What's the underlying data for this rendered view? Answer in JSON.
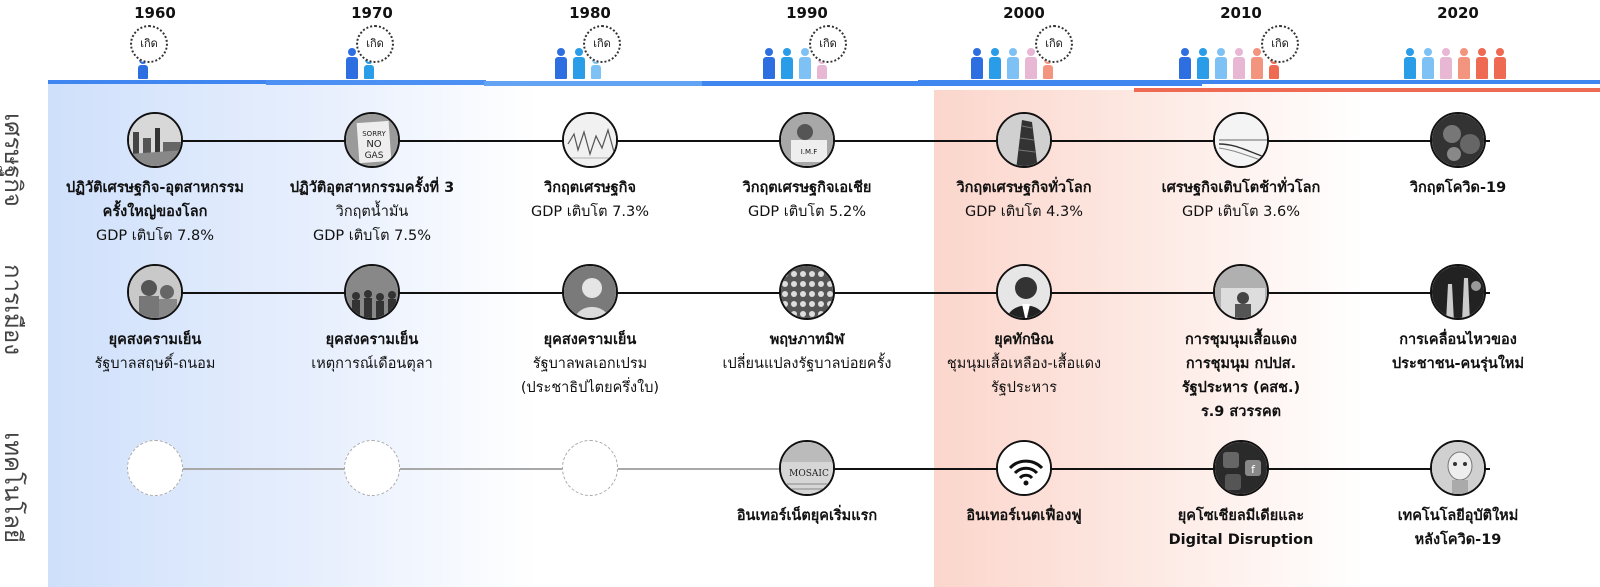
{
  "decades": [
    {
      "year": "1960",
      "born": "เกิด"
    },
    {
      "year": "1970",
      "born": "เกิด"
    },
    {
      "year": "1980",
      "born": "เกิด"
    },
    {
      "year": "1990",
      "born": "เกิด"
    },
    {
      "year": "2000",
      "born": "เกิด"
    },
    {
      "year": "2010",
      "born": "เกิด"
    },
    {
      "year": "2020",
      "born": ""
    }
  ],
  "rows": [
    {
      "label": "เศรษฐกิจ",
      "items": [
        {
          "title": "ปฏิวัติเศรษฐกิจ-อุตสาหกรรม",
          "title2": "ครั้งใหญ่ของโลก",
          "sub": [
            "GDP เติบโต 7.8%"
          ]
        },
        {
          "title": "ปฏิวัติอุตสาหกรรมครั้งที่ 3",
          "title2": "",
          "sub": [
            "วิกฤตน้ำมัน",
            "GDP เติบโต 7.5%"
          ]
        },
        {
          "title": "วิกฤตเศรษฐกิจ",
          "title2": "",
          "sub": [
            "GDP เติบโต 7.3%"
          ]
        },
        {
          "title": "วิกฤตเศรษฐกิจเอเชีย",
          "title2": "",
          "sub": [
            "GDP เติบโต 5.2%"
          ]
        },
        {
          "title": "วิกฤตเศรษฐกิจทั่วโลก",
          "title2": "",
          "sub": [
            "GDP เติบโต 4.3%"
          ]
        },
        {
          "title": "เศรษฐกิจเติบโตช้าทั่วโลก",
          "title2": "",
          "sub": [
            "GDP เติบโต 3.6%"
          ]
        },
        {
          "title": "วิกฤตโควิด-19",
          "title2": "",
          "sub": []
        }
      ]
    },
    {
      "label": "การเมือง",
      "items": [
        {
          "title": "ยุคสงครามเย็น",
          "title2": "",
          "sub": [
            "รัฐบาลสฤษดิ์-ถนอม"
          ]
        },
        {
          "title": "ยุคสงครามเย็น",
          "title2": "",
          "sub": [
            "เหตุการณ์เดือนตุลา"
          ]
        },
        {
          "title": "ยุคสงครามเย็น",
          "title2": "",
          "sub": [
            "รัฐบาลพลเอกเปรม",
            "(ประชาธิปไตยครึ่งใบ)"
          ]
        },
        {
          "title": "พฤษภาทมิฬ",
          "title2": "",
          "sub": [
            "เปลี่ยนแปลงรัฐบาลบ่อยครั้ง"
          ]
        },
        {
          "title": "ยุคทักษิณ",
          "title2": "",
          "sub": [
            "ชุมนุมเสื้อเหลือง-เสื้อแดง",
            "รัฐประหาร"
          ]
        },
        {
          "title": "การชุมนุมเสื้อแดง",
          "title2": "การชุมนุม กปปส.",
          "title3": "รัฐประหาร (คสช.)",
          "title4": "ร.9 สวรรคต",
          "sub": []
        },
        {
          "title": "การเคลื่อนไหวของ",
          "title2": "ประชาชน-คนรุ่นใหม่",
          "sub": []
        }
      ]
    },
    {
      "label": "เทคโนโลยี",
      "items": [
        {
          "title": "",
          "title2": "",
          "sub": []
        },
        {
          "title": "",
          "title2": "",
          "sub": []
        },
        {
          "title": "",
          "title2": "",
          "sub": []
        },
        {
          "title": "อินเทอร์เน็ตยุคเริ่มแรก",
          "title2": "",
          "sub": []
        },
        {
          "title": "อินเทอร์เนตเฟื่องฟู",
          "title2": "",
          "sub": []
        },
        {
          "title": "ยุคโซเชียลมีเดียและ",
          "title2": "Digital Disruption",
          "sub": []
        },
        {
          "title": "เทคโนโลยีอุบัติใหม่",
          "title2": "หลังโควิด-19",
          "sub": []
        }
      ]
    }
  ],
  "photo_labels": {
    "imf": "I.M.F",
    "mosaic": "MOSAIC",
    "sorry": "SORRY NO GAS"
  },
  "colors": {
    "blue": "#3f86f0",
    "light_blue": "#7fb4f5",
    "red": "#ee6a52",
    "gen_colors": [
      "#2d6fe0",
      "#2a9de8",
      "#7ec1f4",
      "#e8b7d4",
      "#f3947f",
      "#ee6a52"
    ]
  }
}
